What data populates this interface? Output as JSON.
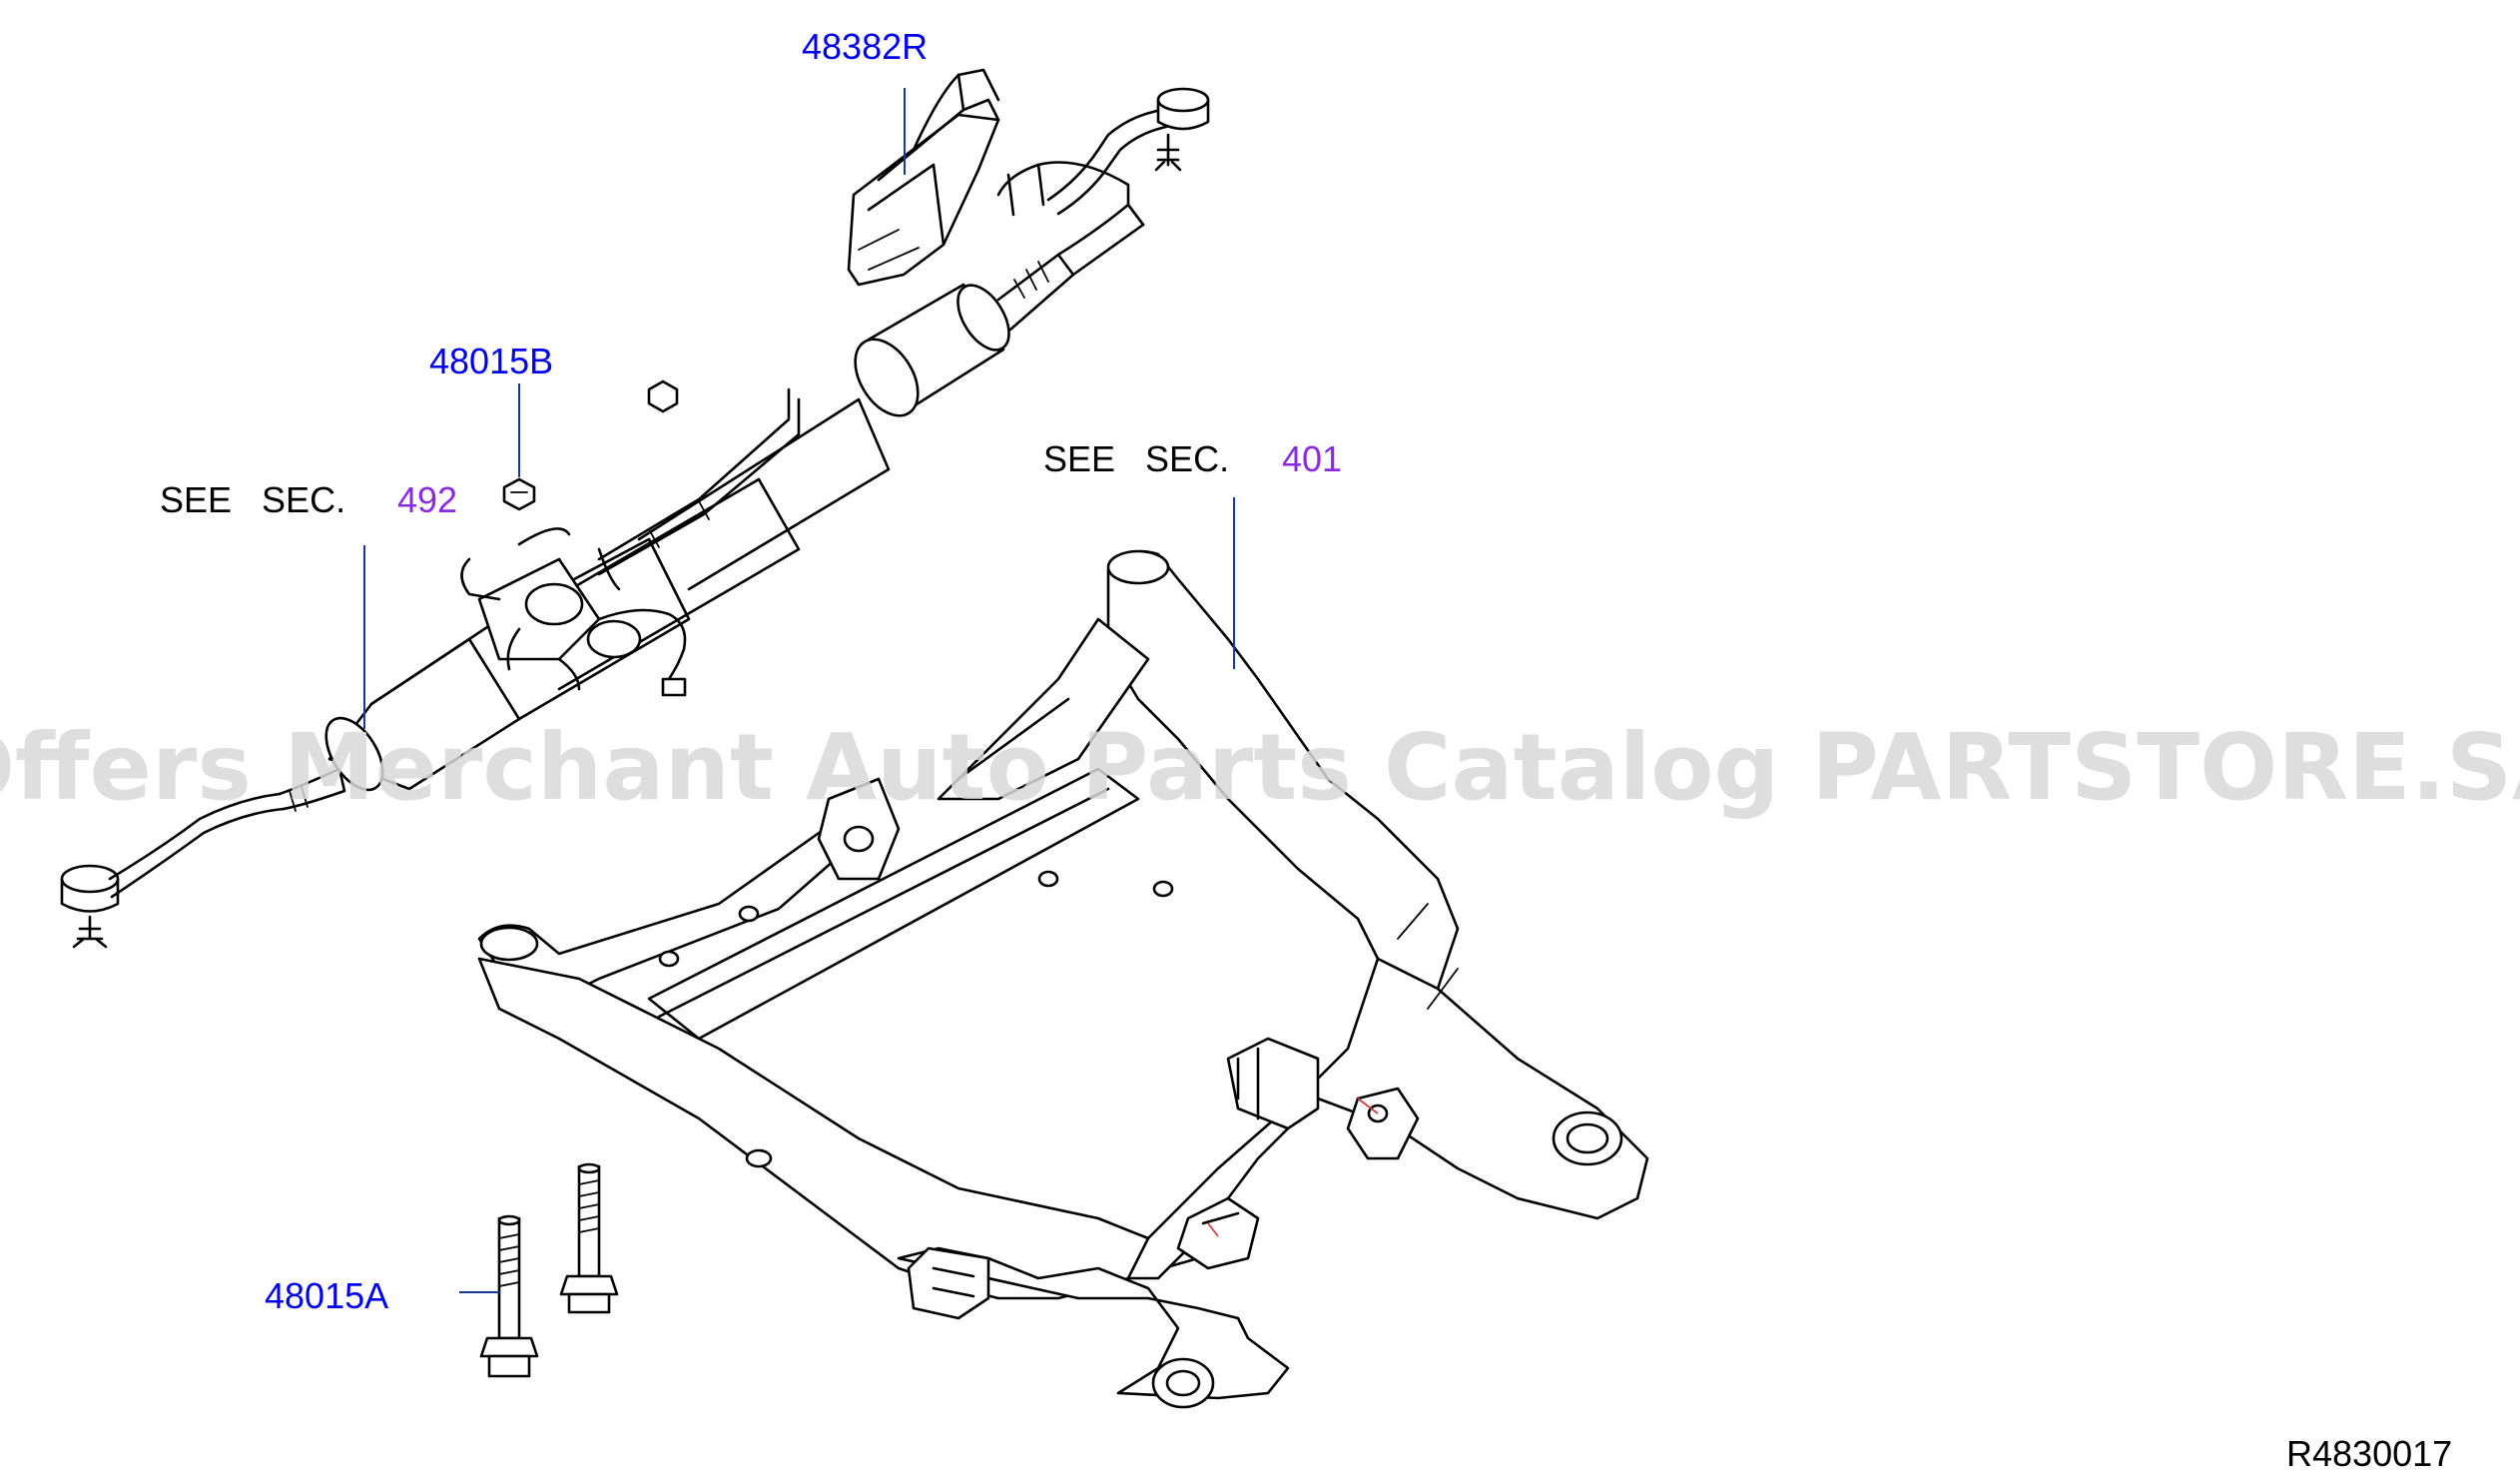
{
  "watermark": "Offers Merchant Auto Parts Catalog PARTSTORE.SA",
  "callouts": {
    "p48382R": "48382R",
    "p48015B": "48015B",
    "p48015A": "48015A",
    "see_sec_492_prefix": "SEE   SEC.",
    "see_sec_492_num": "492",
    "see_sec_401_prefix": "SEE   SEC.",
    "see_sec_401_num": "401"
  },
  "diagram_code": "R4830017",
  "colors": {
    "part_number": "#0000ee",
    "section_number": "#8a2be2",
    "watermark": "#d9d9d9"
  }
}
